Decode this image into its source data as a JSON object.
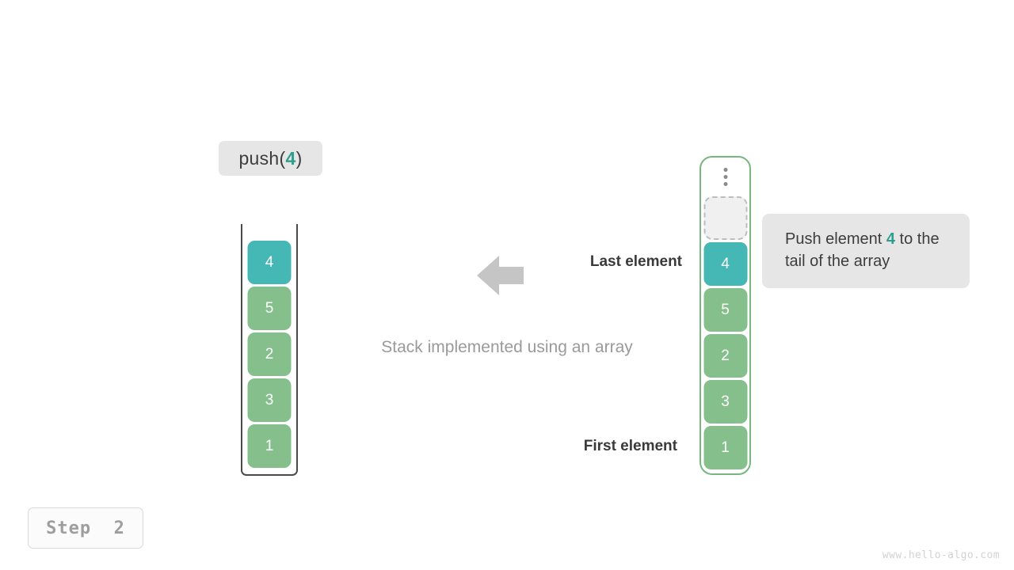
{
  "operation": {
    "prefix": "push(",
    "argument": "4",
    "suffix": ")"
  },
  "stack": {
    "title": "Stack implemented using an array",
    "cells": [
      {
        "value": "1",
        "state": "normal"
      },
      {
        "value": "3",
        "state": "normal"
      },
      {
        "value": "2",
        "state": "normal"
      },
      {
        "value": "5",
        "state": "normal"
      },
      {
        "value": "4",
        "state": "highlight"
      }
    ]
  },
  "array": {
    "overflow_indicator": "vertical-ellipsis",
    "cells": [
      {
        "value": "1",
        "state": "normal"
      },
      {
        "value": "3",
        "state": "normal"
      },
      {
        "value": "2",
        "state": "normal"
      },
      {
        "value": "5",
        "state": "normal"
      },
      {
        "value": "4",
        "state": "highlight"
      },
      {
        "value": "",
        "state": "empty"
      }
    ]
  },
  "annotations": {
    "arrow_icon": "arrow-left-icon",
    "last_element_label": "Last element",
    "first_element_label": "First element"
  },
  "tooltip": {
    "lead": "Push element ",
    "accent": "4",
    "tail": " to the tail of the array"
  },
  "step": {
    "label": "Step  2"
  },
  "watermark": {
    "text": "www.hello-algo.com"
  },
  "colors": {
    "highlight": "#45b7b4",
    "normal": "#85c08c",
    "accent_text": "#2e9e8f",
    "array_border": "#77b77f",
    "stack_border": "#4a4a4a",
    "panel_bg": "#e6e6e6",
    "arrow": "#c5c5c5"
  }
}
